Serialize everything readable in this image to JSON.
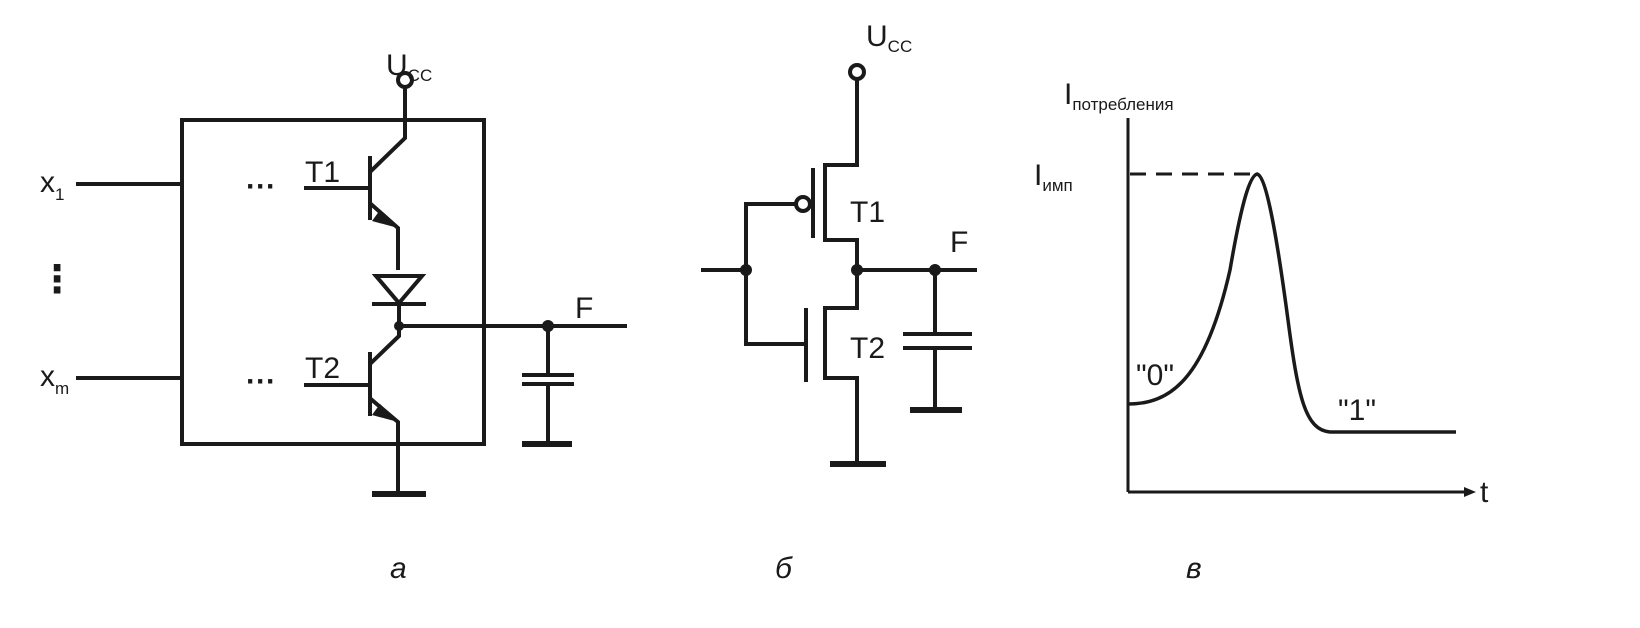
{
  "panel_a": {
    "supply_label": "U",
    "supply_sub": "CC",
    "input_top": "x",
    "input_top_sub": "1",
    "input_bottom": "x",
    "input_bottom_sub": "m",
    "vertical_ellipsis": "⋮",
    "ellipsis_t1": "···",
    "ellipsis_t2": "···",
    "t1_label": "T1",
    "t2_label": "T2",
    "output_label": "F",
    "caption": "а"
  },
  "panel_b": {
    "supply_label": "U",
    "supply_sub": "CC",
    "t1_label": "T1",
    "t2_label": "T2",
    "output_label": "F",
    "caption": "б"
  },
  "panel_c": {
    "y_label": "I",
    "y_label_sub": "потребления",
    "peak_label": "I",
    "peak_label_sub": "имп",
    "state_zero": "\"0\"",
    "state_one": "\"1\"",
    "x_label": "t",
    "caption": "в"
  }
}
